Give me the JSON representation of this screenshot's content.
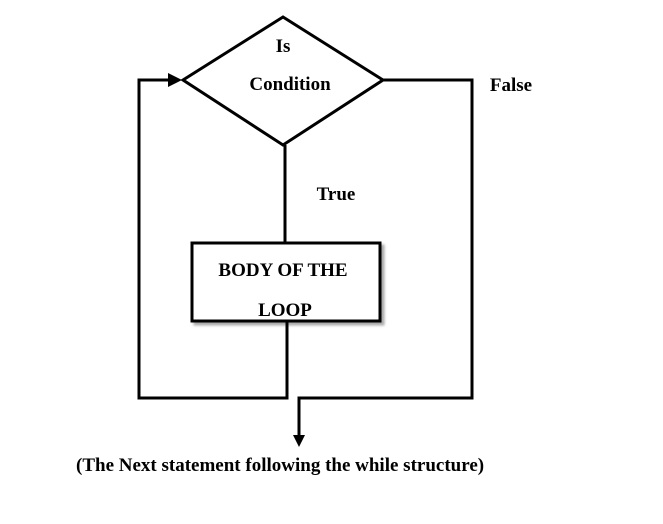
{
  "diagram": {
    "decision": {
      "line1": "Is",
      "line2": "Condition"
    },
    "labels": {
      "true": "True",
      "false": "False"
    },
    "body": {
      "line1": "BODY OF THE",
      "line2": "LOOP"
    },
    "caption": "(The Next statement following the while structure)"
  }
}
